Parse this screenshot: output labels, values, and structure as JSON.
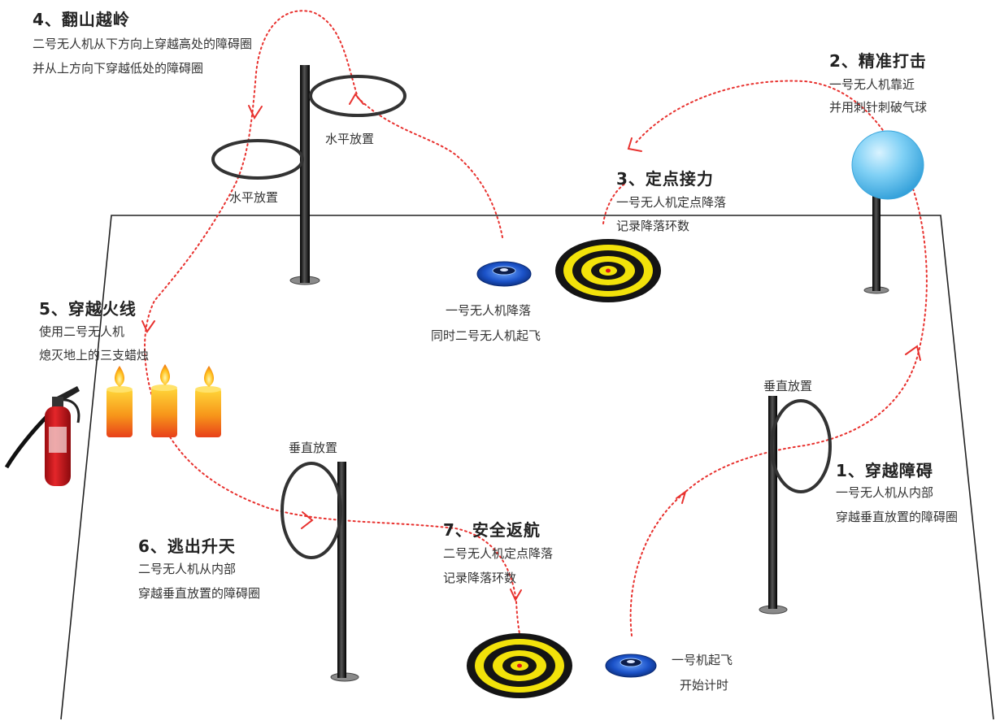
{
  "steps": {
    "s1": {
      "title": "1、穿越障碍",
      "line1": "一号无人机从内部",
      "line2": "穿越垂直放置的障碍圈"
    },
    "s2": {
      "title": "2、精准打击",
      "line1": "一号无人机靠近",
      "line2": "并用刺针刺破气球"
    },
    "s3": {
      "title": "3、定点接力",
      "line1": "一号无人机定点降落",
      "line2": "记录降落环数"
    },
    "s4": {
      "title": "4、翻山越岭",
      "line1": "二号无人机从下方向上穿越高处的障碍圈",
      "line2": "并从上方向下穿越低处的障碍圈"
    },
    "s5": {
      "title": "5、穿越火线",
      "line1": "使用二号无人机",
      "line2": "熄灭地上的三支蜡烛"
    },
    "s6": {
      "title": "6、逃出升天",
      "line1": "二号无人机从内部",
      "line2": "穿越垂直放置的障碍圈"
    },
    "s7": {
      "title": "7、安全返航",
      "line1": "二号无人机定点降落",
      "line2": "记录降落环数"
    }
  },
  "labels": {
    "horizontal_1": "水平放置",
    "horizontal_2": "水平放置",
    "vertical_1": "垂直放置",
    "vertical_6": "垂直放置",
    "landing_handoff_1": "一号无人机降落",
    "landing_handoff_2": "同时二号无人机起飞",
    "start_1": "一号机起飞",
    "start_2": "开始计时"
  },
  "colors": {
    "path": "#e8322f",
    "target_yellow": "#f2e20a",
    "target_black": "#141414",
    "balloon": "#5cc0ee",
    "drone": "#1450c8",
    "extinguisher": "#d8141c",
    "candle": "#f07810",
    "flame": "#ffd21e"
  }
}
